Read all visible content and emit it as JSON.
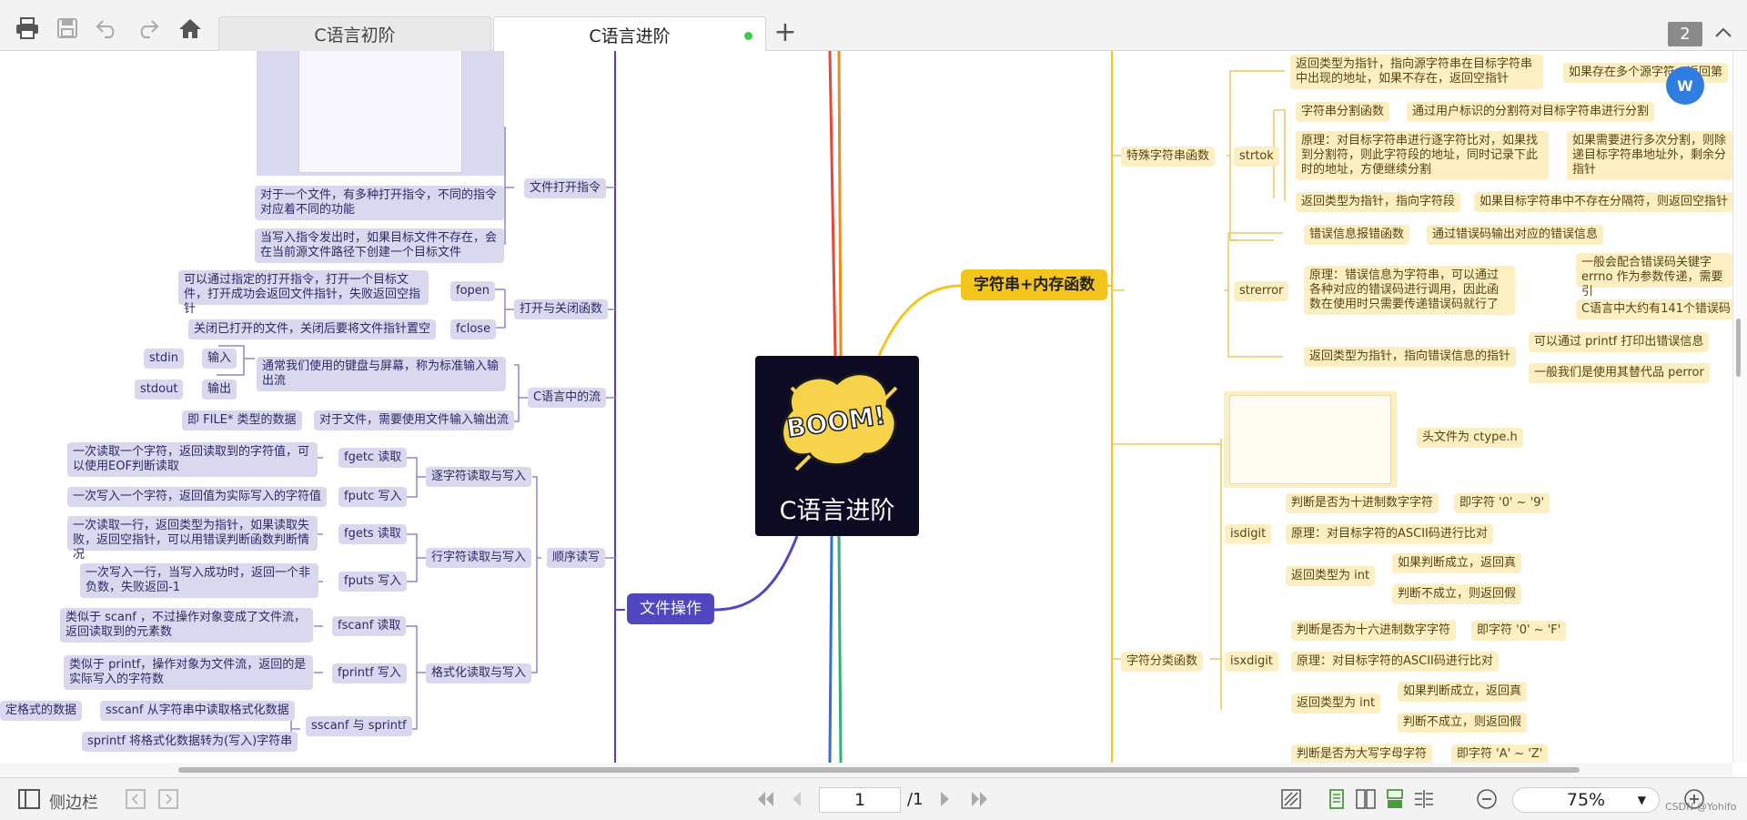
{
  "toolbar": {
    "tabs": [
      {
        "label": "C语言初阶",
        "active": false
      },
      {
        "label": "C语言进阶",
        "active": true
      }
    ],
    "page_badge": "2"
  },
  "central": {
    "title": "C语言进阶",
    "logo_text": "BOOM!"
  },
  "left": {
    "root": "文件操作",
    "open_cmd": "文件打开指令",
    "open_desc1": "对于一个文件，有多种打开指令，不同的指令对应着不同的功能",
    "open_desc2": "当写入指令发出时，如果目标文件不存在，会在当前源文件路径下创建一个目标文件",
    "open_close": "打开与关闭函数",
    "fopen": "fopen",
    "fopen_desc": "可以通过指定的打开指令，打开一个目标文件，打开成功会返回文件指针，失败返回空指针",
    "fclose": "fclose",
    "fclose_desc": "关闭已打开的文件，关闭后要将文件指针置空",
    "stream": "C语言中的流",
    "stdin": "stdin",
    "input": "输入",
    "stdout": "stdout",
    "output": "输出",
    "stream_desc": "通常我们使用的键盘与屏幕，称为标准输入输出流",
    "file_stream": "对于文件，需要使用文件输入输出流",
    "file_type": "即 FILE* 类型的数据",
    "seq": "顺序读写",
    "char_rw": "逐字符读取与写入",
    "fgetc": "fgetc 读取",
    "fgetc_desc": "一次读取一个字符，返回读取到的字符值，可以使用EOF判断读取",
    "fputc": "fputc 写入",
    "fputc_desc": "一次写入一个字符，返回值为实际写入的字符值",
    "line_rw": "行字符读取与写入",
    "fgets": "fgets 读取",
    "fgets_desc": "一次读取一行，返回类型为指针，如果读取失败，返回空指针，可以用错误判断函数判断情况",
    "fputs": "fputs 写入",
    "fputs_desc": "一次写入一行，当写入成功时，返回一个非负数，失败返回-1",
    "fmt_rw": "格式化读取与写入",
    "fscanf": "fscanf 读取",
    "fscanf_desc": "类似于 scanf ，不过操作对象变成了文件流，返回读取到的元素数",
    "fprintf": "fprintf 写入",
    "fprintf_desc": "类似于 printf，操作对象为文件流，返回的是实际写入的字符数",
    "sscanf_sprintf": "sscanf 与 sprintf",
    "sscanf": "sscanf 从字符串中读取格式化数据",
    "sscanf_left": "定格式的数据",
    "sprintf": "sprintf 将格式化数据转为(写入)字符串"
  },
  "right": {
    "root": "字符串+内存函数",
    "special": "特殊字符串函数",
    "ret_top": "返回类型为指针，指向源字符串在目标字符串中出现的地址，如果不存在，返回空指针",
    "ret_top_right": "如果存在多个源字符，返回第",
    "strtok": "strtok",
    "strtok_1": "字符串分割函数",
    "strtok_1r": "通过用户标识的分割符对目标字符串进行分割",
    "strtok_2": "原理：对目标字符串进行逐字符比对，如果找到分割符，则此字符段的地址，同时记录下此时的地址，方便继续分割",
    "strtok_2r": "如果需要进行多次分割，则除递目标字符串地址外，剩余分指针",
    "strtok_3": "返回类型为指针，指向字符段",
    "strtok_3r": "如果目标字符串中不存在分隔符，则返回空指针",
    "strerror": "strerror",
    "strerror_1": "错误信息报错函数",
    "strerror_1r": "通过错误码输出对应的错误信息",
    "strerror_2": "原理：错误信息为字符串，可以通过各种对应的错误码进行调用，因此函数在使用时只需要传递错误码就行了",
    "strerror_2r1": "一般会配合错误码关键字 errno 作为参数传递，需要引",
    "strerror_2r2": "C语言中大约有141个错误码",
    "strerror_3": "返回类型为指针，指向错误信息的指针",
    "strerror_3r1": "可以通过 printf 打印出错误信息",
    "strerror_3r2": "一般我们是使用其替代品 perror",
    "classify": "字符分类函数",
    "header": "头文件为 ctype.h",
    "isdigit": "isdigit",
    "isdigit_1": "判断是否为十进制数字字符",
    "isdigit_1r": "即字符 '0' ~ '9'",
    "isdigit_2": "原理：对目标字符的ASCII码进行比对",
    "isdigit_3": "返回类型为 int",
    "isdigit_3r1": "如果判断成立，返回真",
    "isdigit_3r2": "判断不成立，则返回假",
    "isxdigit": "isxdigit",
    "isxdigit_1": "判断是否为十六进制数字字符",
    "isxdigit_1r": "即字符 '0' ~ 'F'",
    "isxdigit_2": "原理：对目标字符的ASCII码进行比对",
    "isxdigit_3": "返回类型为 int",
    "isxdigit_3r1": "如果判断成立，返回真",
    "isxdigit_3r2": "判断不成立，则返回假",
    "isupper_1": "判断是否为大写字母字符",
    "isupper_1r": "即字符 'A' ~ 'Z'"
  },
  "bottom": {
    "sidebar_label": "侧边栏",
    "page_current": "1",
    "page_total": "/1",
    "zoom": "75%",
    "watermark": "CSDN @Yohifo"
  },
  "colors": {
    "purple": "#4f46c0",
    "yellow": "#f4c61d",
    "center_bg": "#0d0a24"
  }
}
